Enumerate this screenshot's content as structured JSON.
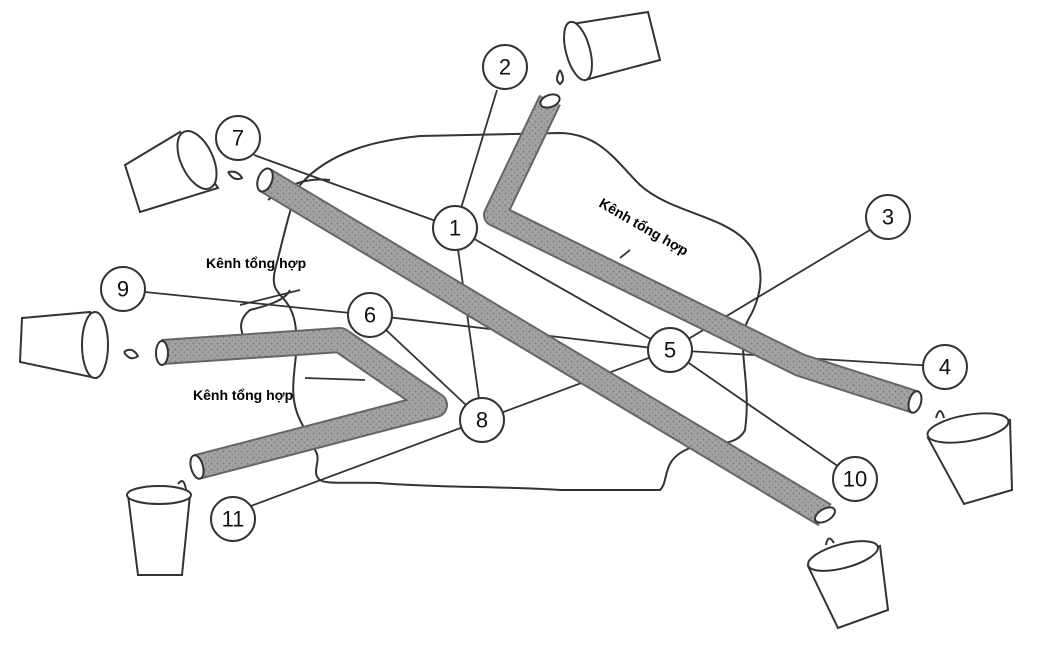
{
  "labels": {
    "channel_label_top": "Kênh tổng hợp",
    "channel_label_left": "Kênh tổng hợp",
    "channel_label_bottom": "Kênh tổng hợp"
  },
  "callouts": [
    "1",
    "2",
    "3",
    "4",
    "5",
    "6",
    "7",
    "8",
    "9",
    "10",
    "11"
  ],
  "colors": {
    "tube_fill": "#9a9a9a",
    "line": "#333333",
    "background": "#ffffff"
  }
}
